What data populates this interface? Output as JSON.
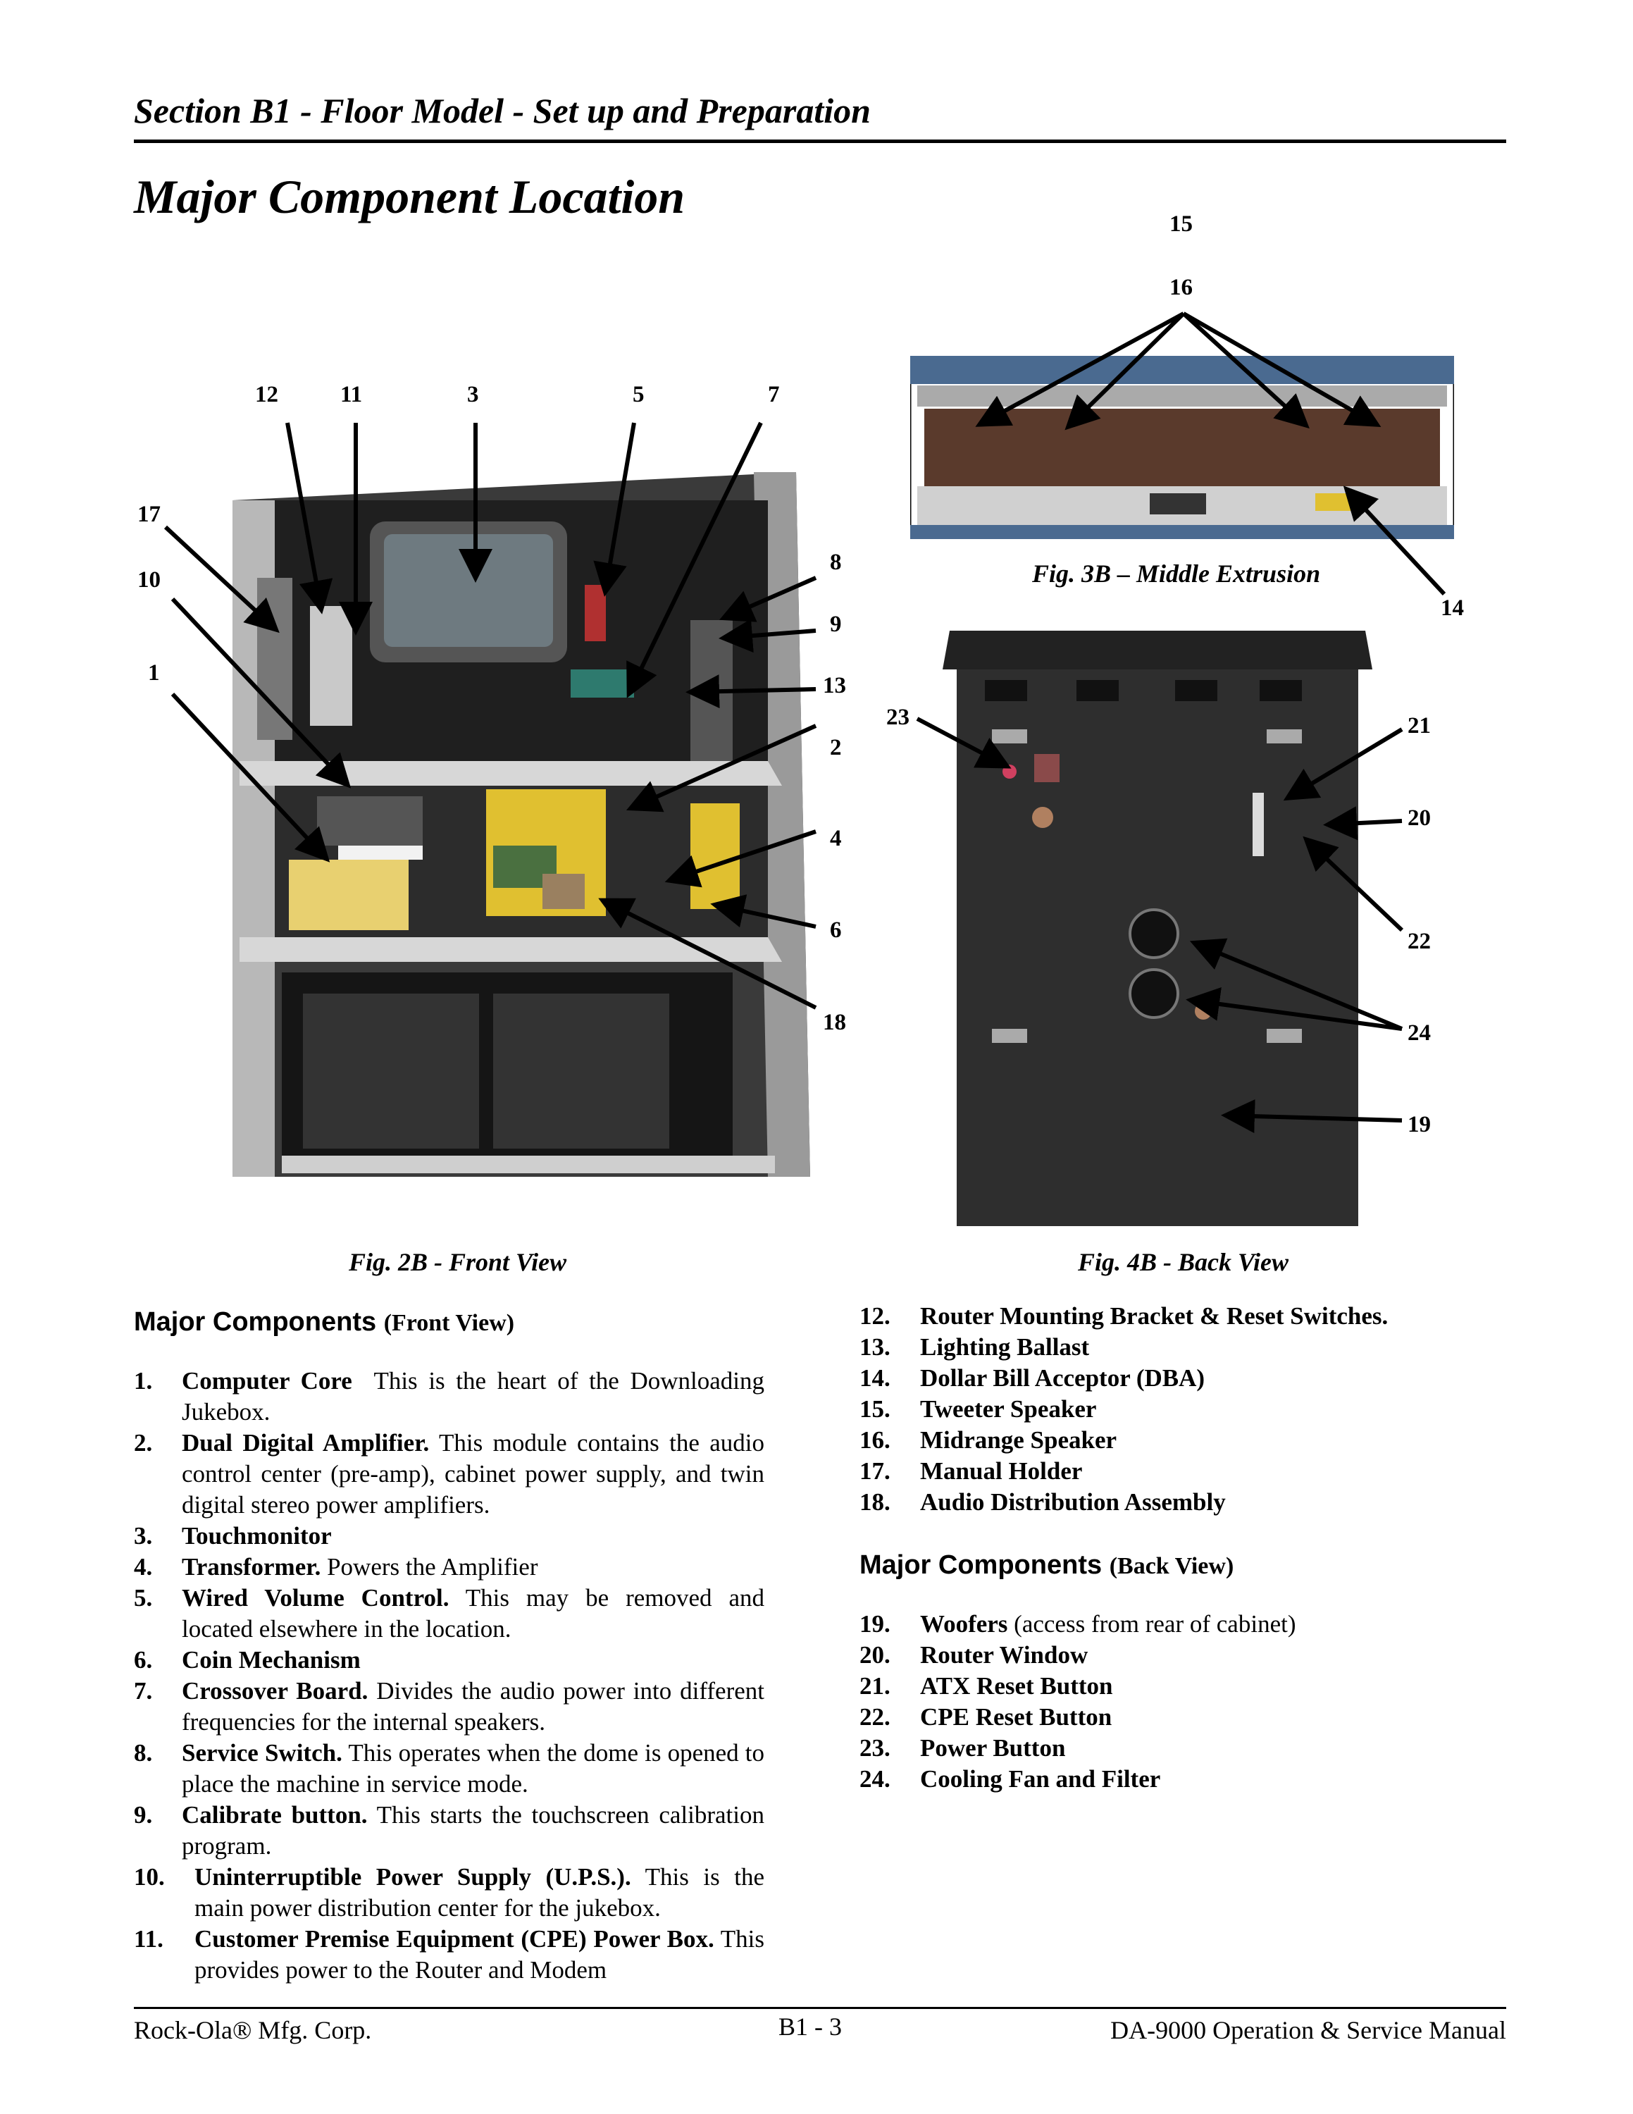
{
  "header": {
    "section_title": "Section B1 -  Floor Model - Set up and Preparation",
    "page_title": "Major Component Location"
  },
  "figures": {
    "front_caption": "Fig. 2B - Front View",
    "middle_caption": "Fig. 3B – Middle Extrusion",
    "back_caption": "Fig. 4B - Back View",
    "front_callouts": [
      "12",
      "11",
      "3",
      "5",
      "7",
      "17",
      "10",
      "1",
      "8",
      "9",
      "13",
      "2",
      "4",
      "6",
      "18"
    ],
    "top_callouts": [
      "15",
      "16",
      "14"
    ],
    "back_callouts": [
      "23",
      "21",
      "20",
      "22",
      "24",
      "19"
    ]
  },
  "front_list": {
    "heading": "Major Components",
    "heading_sub": "(Front View)",
    "items": [
      {
        "num": "1.",
        "name": "Computer Core",
        "desc": "  This is the heart of the Downloading Jukebox."
      },
      {
        "num": "2.",
        "name": "Dual Digital Amplifier.",
        "desc": " This module contains the audio control center (pre-amp), cabinet power supply, and twin digital stereo power amplifiers."
      },
      {
        "num": "3.",
        "name": "Touchmonitor",
        "desc": ""
      },
      {
        "num": "4.",
        "name": "Transformer.",
        "desc": " Powers the Amplifier"
      },
      {
        "num": "5.",
        "name": "Wired Volume Control.",
        "desc": " This may be removed and located elsewhere in the location."
      },
      {
        "num": "6.",
        "name": "Coin Mechanism",
        "desc": ""
      },
      {
        "num": "7.",
        "name": "Crossover Board.",
        "desc": " Divides the audio power into different frequencies for the internal speakers."
      },
      {
        "num": "8.",
        "name": "Service Switch.",
        "desc": " This operates when the dome is opened to place the machine in service mode."
      },
      {
        "num": "9.",
        "name": "Calibrate button.",
        "desc": " This starts the touchscreen calibration program."
      },
      {
        "num": "10.",
        "name": "Uninterruptible Power Supply (U.P.S.).",
        "desc": " This is the main power distribution center for the jukebox."
      },
      {
        "num": "11.",
        "name": "Customer Premise Equipment (CPE) Power Box.",
        "desc": " This provides power to the Router and Modem"
      }
    ]
  },
  "right_list": {
    "items": [
      {
        "num": "12.",
        "name": "Router Mounting Bracket & Reset Switches.",
        "desc": ""
      },
      {
        "num": "13.",
        "name": "Lighting Ballast",
        "desc": ""
      },
      {
        "num": "14.",
        "name": "Dollar Bill Acceptor (DBA)",
        "desc": ""
      },
      {
        "num": "15.",
        "name": "Tweeter Speaker",
        "desc": ""
      },
      {
        "num": "16.",
        "name": "Midrange Speaker",
        "desc": ""
      },
      {
        "num": "17.",
        "name": "Manual Holder",
        "desc": ""
      },
      {
        "num": "18.",
        "name": "Audio Distribution Assembly",
        "desc": ""
      }
    ]
  },
  "back_list": {
    "heading": "Major Components",
    "heading_sub": "(Back View)",
    "items": [
      {
        "num": "19.",
        "name": "Woofers",
        "desc": " (access from rear of cabinet)"
      },
      {
        "num": "20.",
        "name": "Router Window",
        "desc": ""
      },
      {
        "num": "21.",
        "name": "ATX Reset Button",
        "desc": ""
      },
      {
        "num": "22.",
        "name": "CPE Reset Button",
        "desc": ""
      },
      {
        "num": "23.",
        "name": "Power Button",
        "desc": ""
      },
      {
        "num": "24.",
        "name": "Cooling Fan and Filter",
        "desc": ""
      }
    ]
  },
  "footer": {
    "left": "Rock-Ola® Mfg. Corp.",
    "center": "B1 - 3",
    "right": "DA-9000 Operation & Service Manual"
  }
}
